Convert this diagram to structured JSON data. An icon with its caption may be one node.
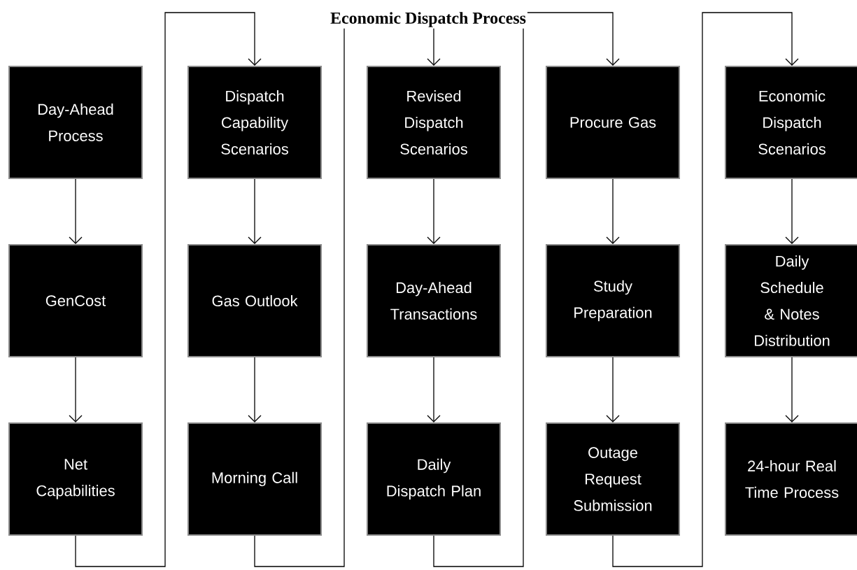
{
  "diagram": {
    "title": "Economic Dispatch Process",
    "nodes": [
      {
        "text": [
          "Day-Ahead Process"
        ]
      },
      {
        "text": [
          "GenCost"
        ]
      },
      {
        "text": [
          "Net Capabilities"
        ]
      },
      {
        "text": [
          "Dispatch Capability Scenarios"
        ]
      },
      {
        "text": [
          "Gas Outlook"
        ]
      },
      {
        "text": [
          "Morning Call"
        ]
      },
      {
        "text": [
          "Revised Dispatch Scenarios"
        ]
      },
      {
        "text": [
          "Day-Ahead Transactions"
        ]
      },
      {
        "text": [
          "Daily Dispatch Plan"
        ]
      },
      {
        "text": [
          "Procure Gas"
        ]
      },
      {
        "text": [
          "Study Preparation"
        ]
      },
      {
        "text": [
          "Outage Request Submission"
        ]
      },
      {
        "text": [
          "Economic Dispatch Scenarios"
        ]
      },
      {
        "text": [
          "Daily Schedule & Notes Distribution"
        ]
      },
      {
        "text": [
          "24-hour Real Time Process"
        ]
      }
    ],
    "edges": [
      {
        "from": 0,
        "to": 1,
        "arrow": "to"
      },
      {
        "from": 1,
        "to": 2,
        "arrow": "to"
      },
      {
        "from": 2,
        "to": 3,
        "arrow": "to"
      },
      {
        "from": 3,
        "to": 4,
        "arrow": "to"
      },
      {
        "from": 4,
        "to": 5,
        "arrow": "to"
      },
      {
        "from": 5,
        "to": 6,
        "arrow": "to"
      },
      {
        "from": 6,
        "to": 7,
        "arrow": "to"
      },
      {
        "from": 7,
        "to": 8,
        "arrow": "to"
      },
      {
        "from": 8,
        "to": 9,
        "arrow": "to"
      },
      {
        "from": 9,
        "to": 10,
        "arrow": "to"
      },
      {
        "from": 10,
        "to": 11,
        "arrow": "to"
      },
      {
        "from": 11,
        "to": 12,
        "arrow": "to"
      },
      {
        "from": 12,
        "to": 13,
        "arrow": "to"
      },
      {
        "from": 13,
        "to": 14,
        "arrow": "to"
      }
    ]
  }
}
